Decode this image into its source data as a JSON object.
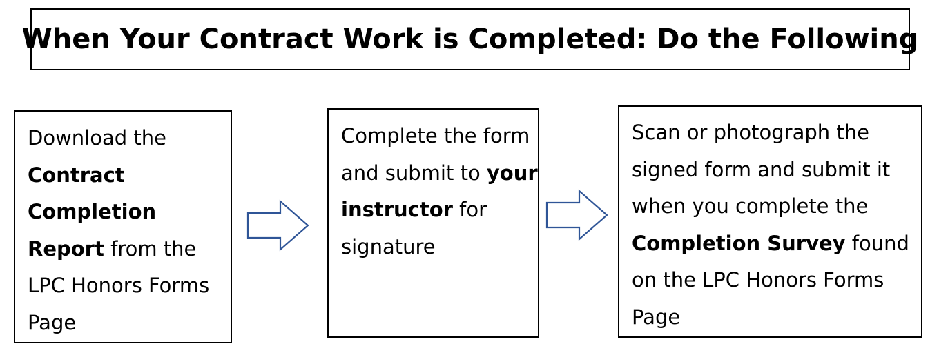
{
  "title": "When Your Contract Work is Completed: Do the Following",
  "steps": [
    {
      "text_1": "Download the ",
      "bold_1": "Contract Completion Report",
      "text_2": " from the LPC Honors Forms Page"
    },
    {
      "text_1": "Complete the form and submit to ",
      "bold_1": "your instructor",
      "text_2": " for signature"
    },
    {
      "text_1": "Scan or photograph the signed form and submit it when you complete the ",
      "bold_1": "Completion Survey",
      "text_2": " found on the LPC Honors Forms Page"
    }
  ],
  "colors": {
    "arrow_stroke": "#2f5597",
    "box_border": "#000000",
    "text": "#000000"
  },
  "icons": {
    "arrow": "right-arrow-icon"
  }
}
